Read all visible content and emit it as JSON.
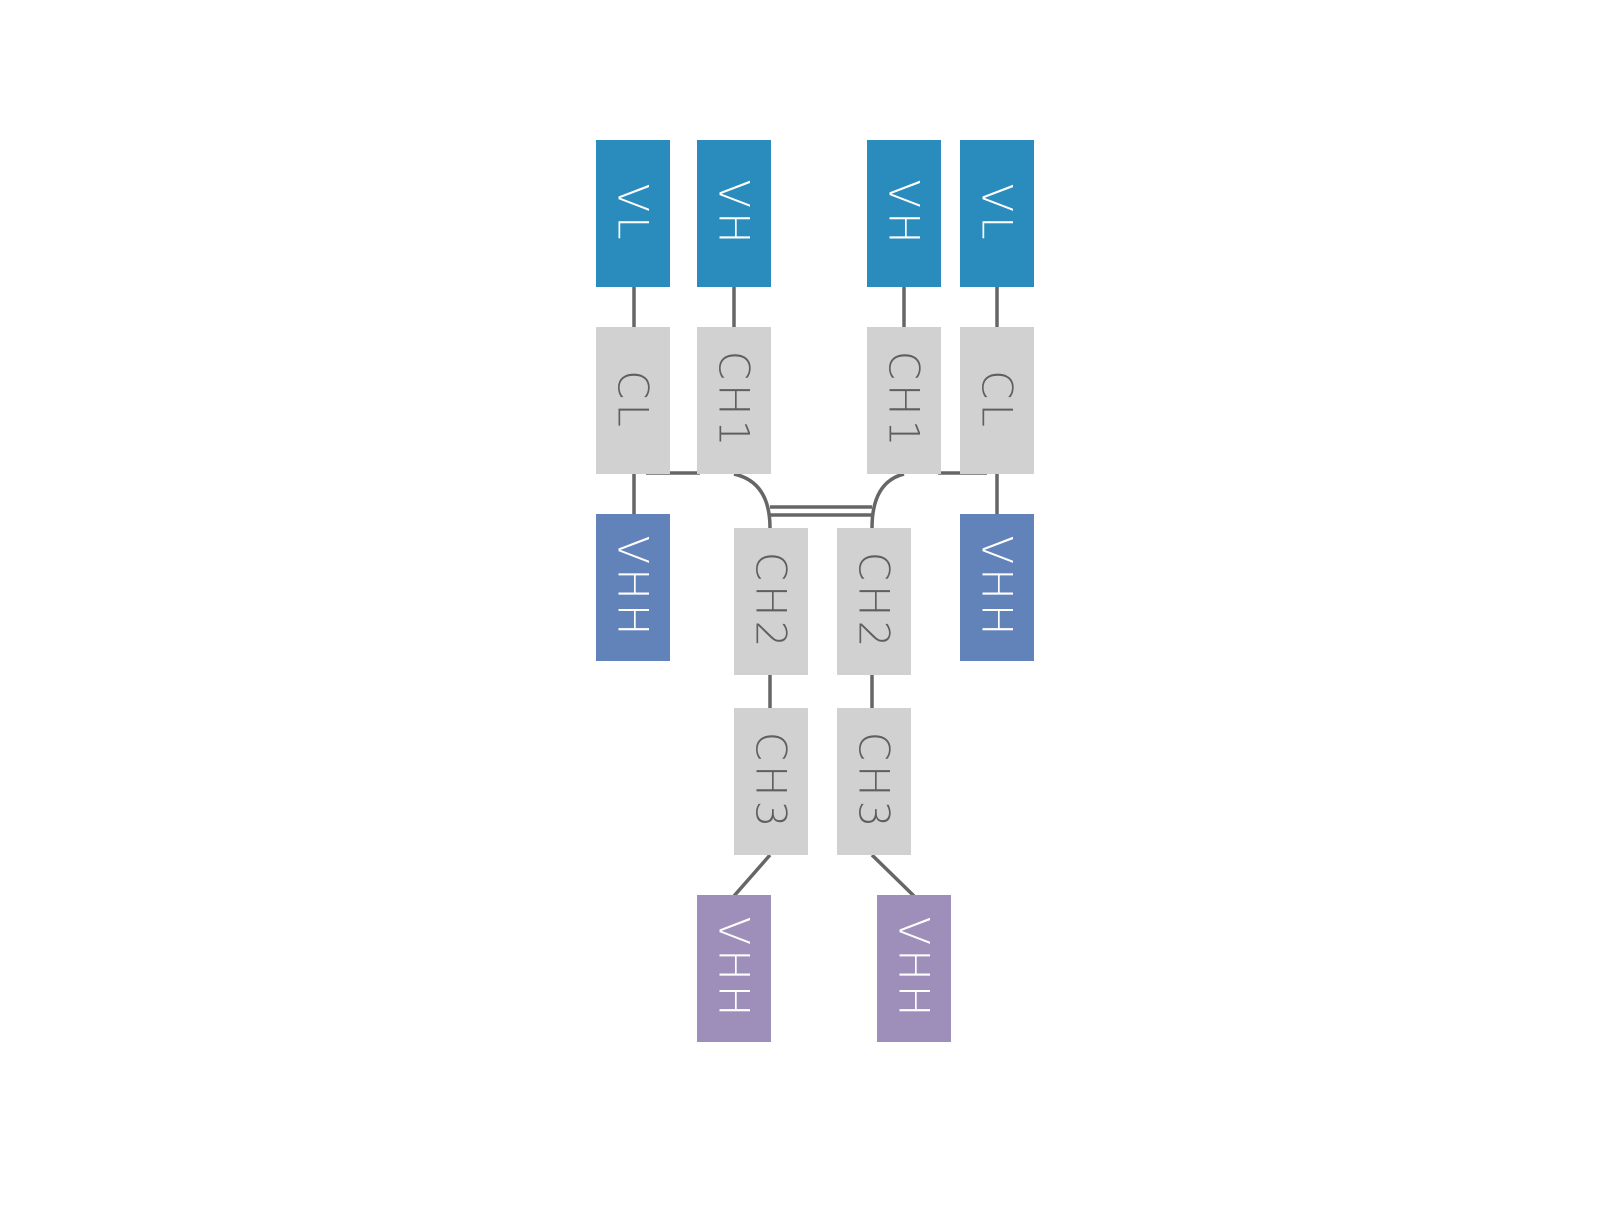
{
  "colors": {
    "variable": "#2a8bbd",
    "vhh_arm": "#6282ba",
    "vhh_tail": "#9e8fba",
    "constant": "#d1d1d1",
    "light_text": "#ffffff",
    "dark_text": "#5f5f5f",
    "link": "#666666"
  },
  "domains": {
    "vl_left": {
      "label": "VL",
      "kind": "variable"
    },
    "vh_left": {
      "label": "VH",
      "kind": "variable"
    },
    "vh_right": {
      "label": "VH",
      "kind": "variable"
    },
    "vl_right": {
      "label": "VL",
      "kind": "variable"
    },
    "cl_left": {
      "label": "CL",
      "kind": "constant"
    },
    "ch1_left": {
      "label": "CH1",
      "kind": "constant"
    },
    "ch1_right": {
      "label": "CH1",
      "kind": "constant"
    },
    "cl_right": {
      "label": "CL",
      "kind": "constant"
    },
    "vhh_arm_left": {
      "label": "VHH",
      "kind": "vhh_arm"
    },
    "vhh_arm_right": {
      "label": "VHH",
      "kind": "vhh_arm"
    },
    "ch2_left": {
      "label": "CH2",
      "kind": "constant"
    },
    "ch2_right": {
      "label": "CH2",
      "kind": "constant"
    },
    "ch3_left": {
      "label": "CH3",
      "kind": "constant"
    },
    "ch3_right": {
      "label": "CH3",
      "kind": "constant"
    },
    "vhh_tail_left": {
      "label": "VHH",
      "kind": "vhh_tail"
    },
    "vhh_tail_right": {
      "label": "VHH",
      "kind": "vhh_tail"
    }
  }
}
